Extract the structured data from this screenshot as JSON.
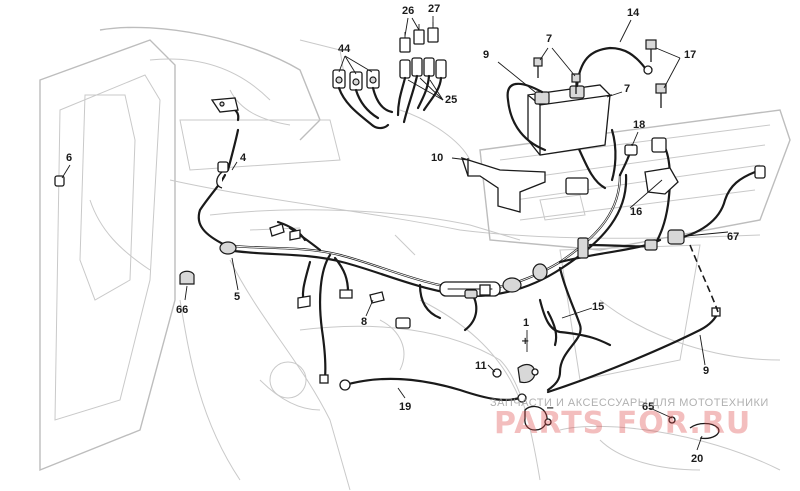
{
  "diagram": {
    "callouts": {
      "c1": "1",
      "c4": "4",
      "c5": "5",
      "c6": "6",
      "c7a": "7",
      "c7b": "7",
      "c8": "8",
      "c9a": "9",
      "c9b": "9",
      "c10": "10",
      "c11": "11",
      "c14": "14",
      "c15": "15",
      "c16": "16",
      "c17": "17",
      "c18": "18",
      "c19": "19",
      "c20": "20",
      "c25": "25",
      "c26": "26",
      "c27": "27",
      "c44": "44",
      "c65": "65",
      "c66": "66",
      "c67": "67"
    },
    "terminal_signs": {
      "positive": "+",
      "negative": "−"
    }
  },
  "watermark": {
    "caption": "ЗАПЧАСТИ И АКСЕССУАРЫ ДЛЯ МОТОТЕХНИКИ",
    "logo": "PARTS FOR.RU"
  }
}
